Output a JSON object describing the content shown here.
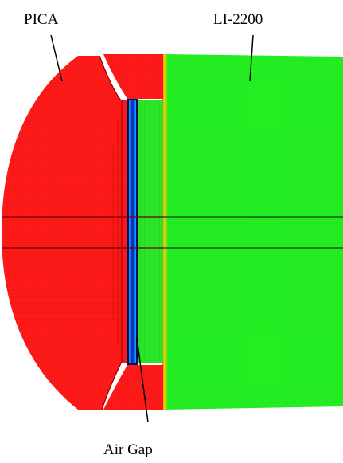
{
  "labels": {
    "pica": "PICA",
    "li2200": "LI-2200",
    "air_gap": "Air Gap"
  },
  "colors": {
    "pica_material": "#ff1a1a",
    "li2200_material": "#22ee22",
    "air_gap_core": "#1530c8",
    "air_gap_edge": "#00b4ff",
    "mesh_line": "#7a0000",
    "leader_line": "#000000"
  }
}
